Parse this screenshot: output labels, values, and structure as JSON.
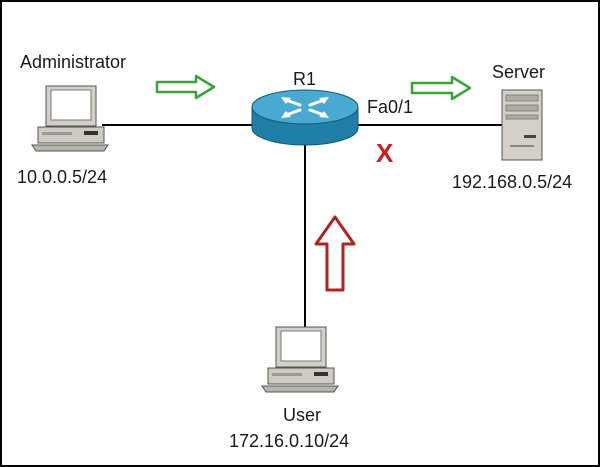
{
  "diagram": {
    "administrator": {
      "name": "Administrator",
      "ip": "10.0.0.5/24"
    },
    "router": {
      "name": "R1",
      "interface": "Fa0/1",
      "failure_mark": "X"
    },
    "server": {
      "name": "Server",
      "ip": "192.168.0.5/24"
    },
    "user": {
      "name": "User",
      "ip": "172.16.0.10/24"
    }
  },
  "colors": {
    "border": "#000000",
    "link": "#000000",
    "router_body": "#1f7fa8",
    "router_top": "#4aa9d3",
    "device_beige": "#d4d0c8",
    "traffic_ok_arrow": "#3aa23a",
    "traffic_blocked_arrow": "#b22222",
    "failure_mark": "#cc1f1f"
  },
  "icons": {
    "administrator": "desktop-computer-icon",
    "router": "router-icon",
    "server": "server-tower-icon",
    "user": "desktop-computer-icon",
    "admin_arrow": "right-arrow-outline-icon",
    "server_arrow": "right-arrow-outline-icon",
    "user_arrow": "up-arrow-outline-icon",
    "failure": "red-x-icon"
  }
}
